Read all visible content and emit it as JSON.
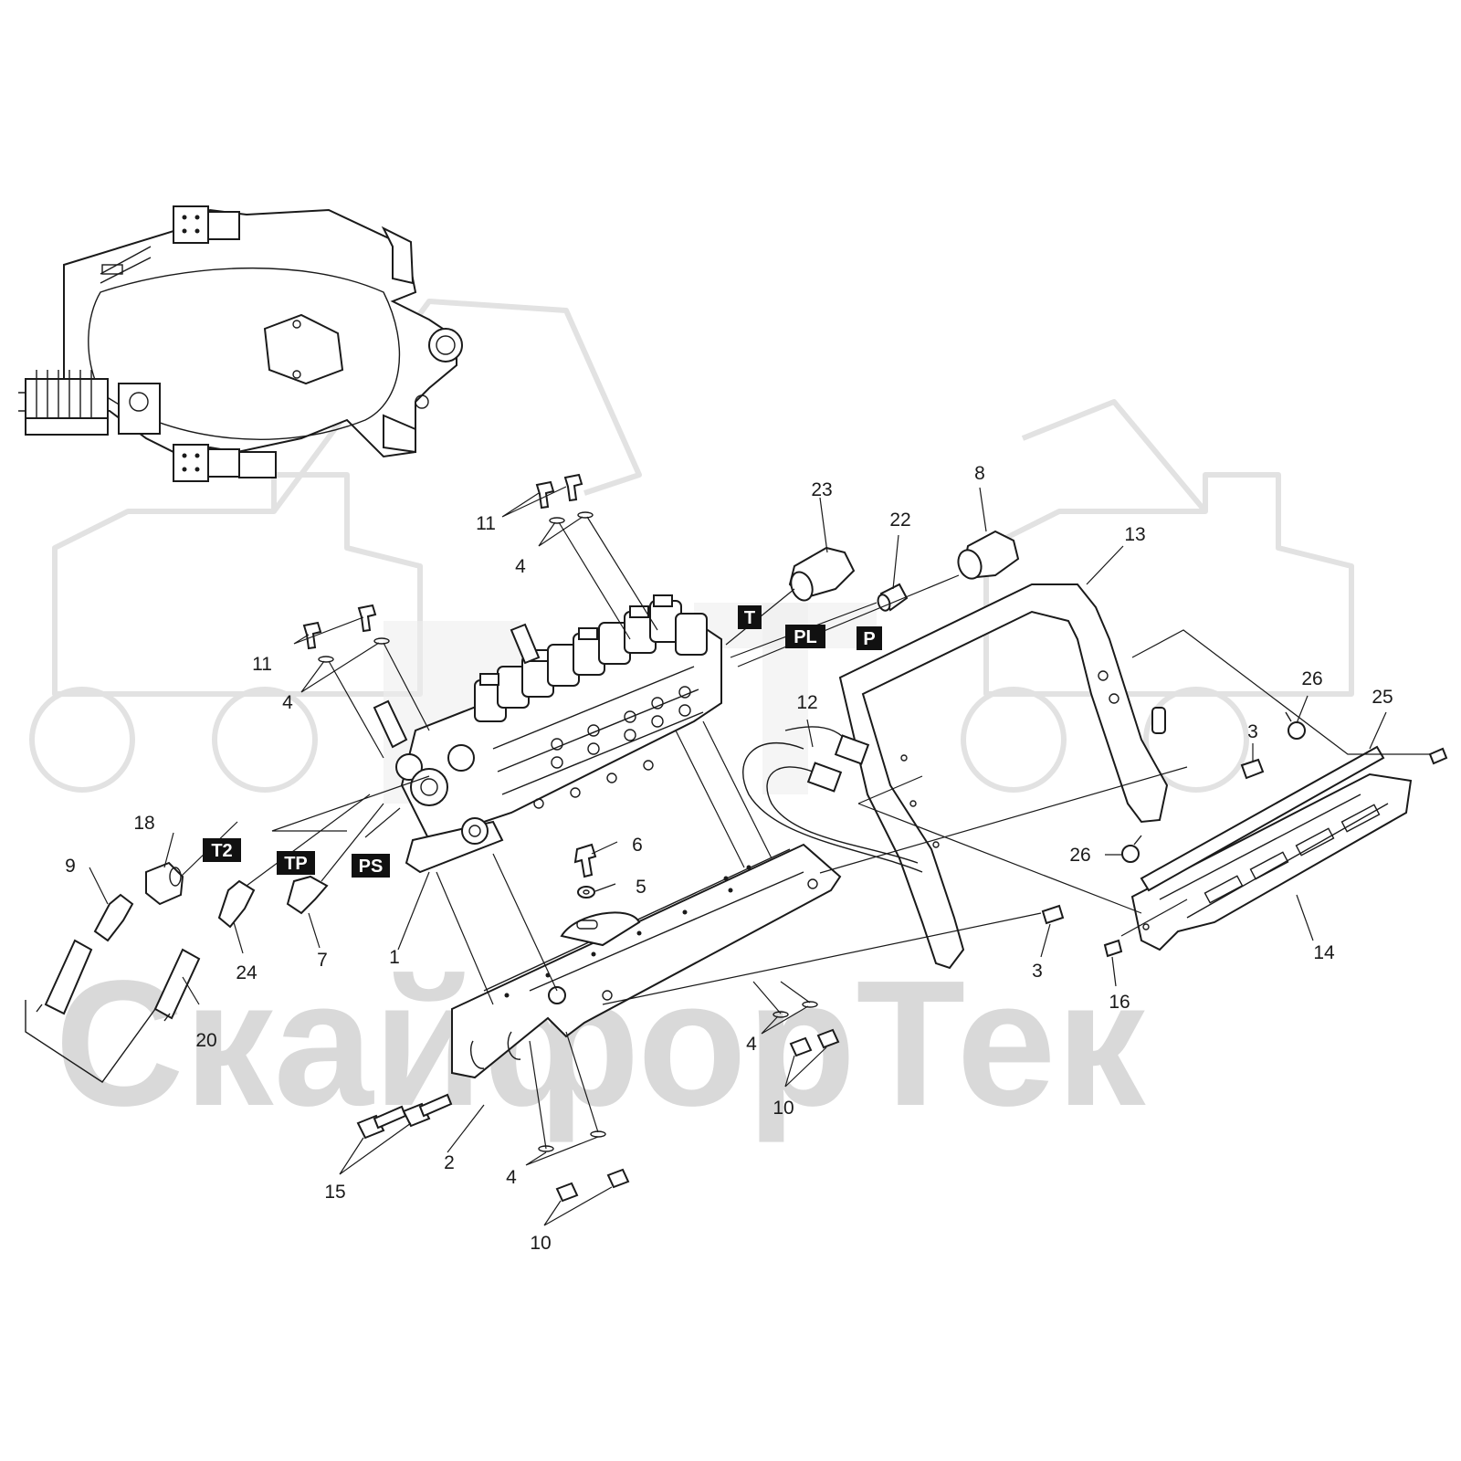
{
  "watermark": {
    "text": "СкайфорТек"
  },
  "ports": [
    {
      "id": "T",
      "label": "T"
    },
    {
      "id": "PL",
      "label": "PL"
    },
    {
      "id": "P",
      "label": "P"
    },
    {
      "id": "T2",
      "label": "T2"
    },
    {
      "id": "TP",
      "label": "TP"
    },
    {
      "id": "PS",
      "label": "PS"
    }
  ],
  "callouts": [
    {
      "id": "c1",
      "label": "1"
    },
    {
      "id": "c2",
      "label": "2"
    },
    {
      "id": "c3a",
      "label": "3"
    },
    {
      "id": "c3b",
      "label": "3"
    },
    {
      "id": "c4a",
      "label": "4"
    },
    {
      "id": "c4b",
      "label": "4"
    },
    {
      "id": "c4c",
      "label": "4"
    },
    {
      "id": "c4d",
      "label": "4"
    },
    {
      "id": "c5",
      "label": "5"
    },
    {
      "id": "c6",
      "label": "6"
    },
    {
      "id": "c7",
      "label": "7"
    },
    {
      "id": "c8",
      "label": "8"
    },
    {
      "id": "c9",
      "label": "9"
    },
    {
      "id": "c10a",
      "label": "10"
    },
    {
      "id": "c10b",
      "label": "10"
    },
    {
      "id": "c11a",
      "label": "11"
    },
    {
      "id": "c11b",
      "label": "11"
    },
    {
      "id": "c12",
      "label": "12"
    },
    {
      "id": "c13",
      "label": "13"
    },
    {
      "id": "c14",
      "label": "14"
    },
    {
      "id": "c15",
      "label": "15"
    },
    {
      "id": "c16",
      "label": "16"
    },
    {
      "id": "c18",
      "label": "18"
    },
    {
      "id": "c20",
      "label": "20"
    },
    {
      "id": "c22",
      "label": "22"
    },
    {
      "id": "c23",
      "label": "23"
    },
    {
      "id": "c24",
      "label": "24"
    },
    {
      "id": "c25",
      "label": "25"
    },
    {
      "id": "c26a",
      "label": "26"
    },
    {
      "id": "c26b",
      "label": "26"
    }
  ]
}
